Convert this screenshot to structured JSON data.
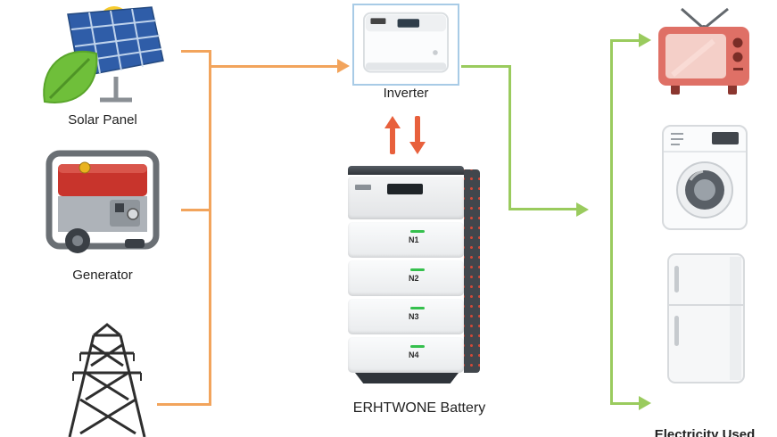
{
  "nodes": {
    "solar_panel": {
      "label": "Solar Panel",
      "icon": "solar-panel-icon"
    },
    "generator": {
      "label": "Generator",
      "icon": "generator-icon"
    },
    "power_tower": {
      "icon": "transmission-tower-icon"
    },
    "inverter": {
      "label": "Inverter",
      "icon": "inverter-icon"
    },
    "battery": {
      "label": "ERHTWONE Battery",
      "modules": [
        "N1",
        "N2",
        "N3",
        "N4"
      ],
      "icon": "battery-stack-icon"
    },
    "appliances": {
      "label": "Electricity Used",
      "items": [
        "tv-icon",
        "washing-machine-icon",
        "refrigerator-icon"
      ]
    }
  },
  "colors": {
    "source_flow": "#F2A45C",
    "load_flow": "#9ACB5E",
    "battery_flow": "#E8603C",
    "inverter_highlight": "#A8CBE6",
    "battery_led": "#35C04D"
  }
}
